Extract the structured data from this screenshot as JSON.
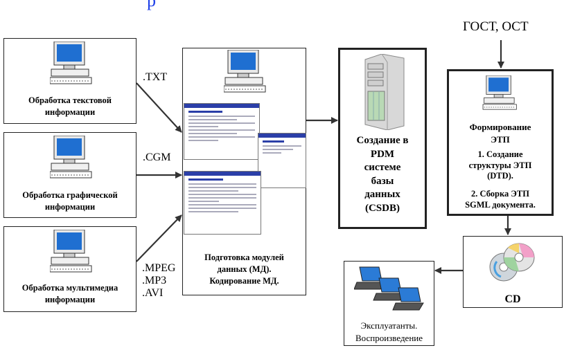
{
  "header": {
    "fragment": "р"
  },
  "sources": [
    {
      "label_lines": [
        "Обработка текстовой",
        "информации"
      ]
    },
    {
      "label_lines": [
        "Обработка графической",
        "информации"
      ]
    },
    {
      "label_lines": [
        "Обработка мультимедиа",
        "информации"
      ]
    }
  ],
  "formats": {
    "text": ".TXT",
    "graphic": ".CGM",
    "multimedia": [
      ".MPEG",
      ".MP3",
      ".AVI"
    ]
  },
  "modules_box": {
    "label_lines": [
      "Подготовка модулей",
      "данных (МД).",
      "Кодирование МД."
    ]
  },
  "pdm_box": {
    "label_lines": [
      "Создание в",
      "PDM",
      "системе",
      "базы",
      "данных",
      "(CSDB)"
    ]
  },
  "standards": "ГОСТ, ОСТ",
  "etp_box": {
    "title_lines": [
      "Формирование",
      "ЭТП"
    ],
    "steps": [
      {
        "lines": [
          "1. Создание",
          "структуры ЭТП",
          "(DTD)."
        ]
      },
      {
        "lines": [
          "2. Сборка ЭТП",
          "SGML документа."
        ]
      }
    ]
  },
  "cd_box": {
    "label": "CD"
  },
  "users_box": {
    "label_lines": [
      "Эксплуатанты.",
      "Воспроизведение"
    ]
  },
  "colors": {
    "screen": "#1f6fd1",
    "doc_accent": "#2b3fa8",
    "header_blue": "#1c3ee8"
  },
  "icons": [
    "computer-icon",
    "server-icon",
    "cd-icon",
    "laptops-icon",
    "document-thumbnail"
  ]
}
